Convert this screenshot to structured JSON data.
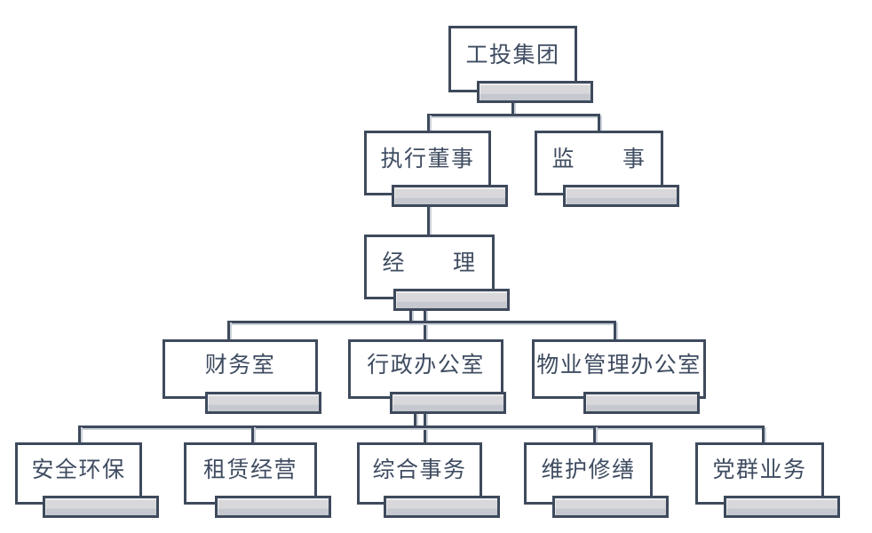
{
  "chart_title": "",
  "colors": {
    "line": "#3e4a5c",
    "box_fill": "#ffffff",
    "bar_fill": "#d8d8db",
    "bar_fill_bottom": "#c5c8cf",
    "text": "#3f4c61",
    "conn_shadow": "#ccd1da",
    "background": "#ffffff"
  },
  "nodes": [
    {
      "id": "group",
      "label": "工投集团"
    },
    {
      "id": "executive_director",
      "label": "执行董事"
    },
    {
      "id": "supervisor",
      "label": "监　　事"
    },
    {
      "id": "manager",
      "label": "经　　理"
    },
    {
      "id": "finance_office",
      "label": "财务室"
    },
    {
      "id": "admin_office",
      "label": "行政办公室"
    },
    {
      "id": "property_office",
      "label": "物业管理办公室"
    },
    {
      "id": "safety_env",
      "label": "安全环保"
    },
    {
      "id": "leasing",
      "label": "租赁经营"
    },
    {
      "id": "general_affairs",
      "label": "综合事务"
    },
    {
      "id": "maintenance_repair",
      "label": "维护修缮"
    },
    {
      "id": "party_mass",
      "label": "党群业务"
    }
  ],
  "edges": [
    [
      "group",
      "executive_director"
    ],
    [
      "group",
      "supervisor"
    ],
    [
      "executive_director",
      "manager"
    ],
    [
      "manager",
      "finance_office"
    ],
    [
      "manager",
      "admin_office"
    ],
    [
      "manager",
      "property_office"
    ],
    [
      "admin_office",
      "safety_env"
    ],
    [
      "admin_office",
      "leasing"
    ],
    [
      "admin_office",
      "general_affairs"
    ],
    [
      "admin_office",
      "maintenance_repair"
    ],
    [
      "admin_office",
      "party_mass"
    ]
  ]
}
